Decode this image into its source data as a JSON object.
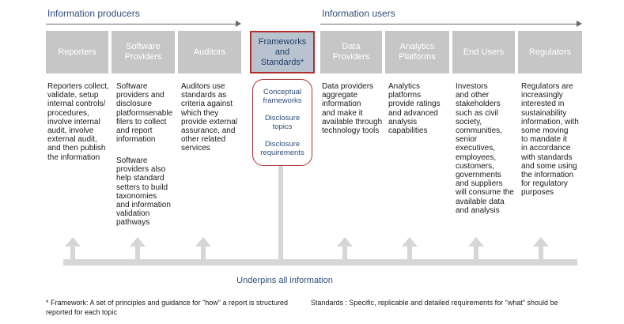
{
  "sections": {
    "producers": "Information producers",
    "users": "Information users"
  },
  "boxes": [
    {
      "id": "reporters",
      "label": "Reporters"
    },
    {
      "id": "software",
      "label": "Software\nProviders"
    },
    {
      "id": "auditors",
      "label": "Auditors"
    },
    {
      "id": "frameworks",
      "label": "Frameworks\nand\nStandards*"
    },
    {
      "id": "data",
      "label": "Data\nProviders"
    },
    {
      "id": "analytics",
      "label": "Analytics\nPlatforms"
    },
    {
      "id": "endusers",
      "label": "End Users"
    },
    {
      "id": "regulators",
      "label": "Regulators"
    }
  ],
  "descriptions": {
    "reporters": "Reporters collect,\nvalidate, setup\ninternal controls/\nprocedures,\ninvolve internal\naudit, involve\nexternal audit,\nand then publish\nthe information",
    "software_1": "Software\nproviders and\ndisclosure\nplatformsenable\nfilers to collect\nand report\ninformation",
    "software_2": "Software\nproviders also\nhelp standard\nsetters to build\ntaxonomies\nand information\nvalidation\npathways",
    "auditors": "Auditors use\nstandards as\ncriteria against\nwhich they\nprovide external\nassurance, and\nother related\nservices",
    "data": "Data providers\naggregate\ninformation\nand make it\navailable through\ntechnology tools",
    "analytics": "Analytics\nplatforms\nprovide ratings\nand advanced\nanalysis\ncapabilities",
    "endusers": "Investors\nand other\nstakeholders\nsuch as civil\nsociety,\ncommunities,\nsenior\nexecutives,\nemployees,\ncustomers,\ngovernments\nand suppliers\nwill consume the\navailable data\nand analysis",
    "regulators": "Regulators are\nincreasingly\ninterested in\nsustainability\ninformation, with\nsome moving\nto mandate it\nin accordance\nwith standards\nand some using\nthe information\nfor regulatory\npurposes"
  },
  "framework_components": [
    "Conceptual\nframeworks",
    "Disclosure\ntopics",
    "Disclosure\nrequirements"
  ],
  "underpins": "Underpins all information",
  "footnotes": {
    "framework": "* Framework: A  set of principles and guidance for \"how\" a report is structured",
    "standards": "Standards : Specific, replicable and detailed requirements for \"what\" should be",
    "framework_cont": "reported for each topic"
  },
  "colors": {
    "box_gray": "#c6c6c6",
    "center_box": "#b9c2cf",
    "accent_red": "#b03030",
    "arrow_gray": "#d6d6d6",
    "title_blue": "#2f4e7a"
  }
}
